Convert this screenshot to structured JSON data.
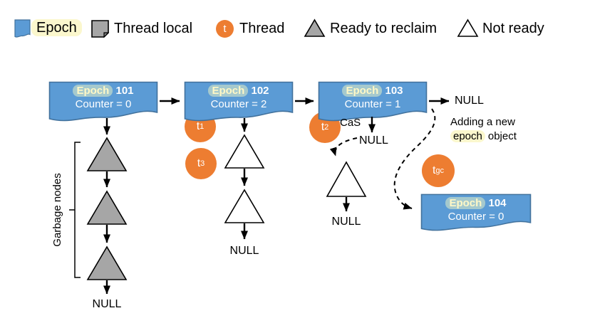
{
  "colors": {
    "epoch_blue": "#5B9BD5",
    "epoch_border": "#41719C",
    "thread_orange": "#ED7D31",
    "reclaim_gray": "#A6A6A6",
    "highlight_yellow": "#FBF7CD"
  },
  "legend": {
    "epoch_label": "Epoch",
    "thread_local_label": "Thread local",
    "thread_icon_text": "t",
    "thread_label": "Thread",
    "ready_label": "Ready to reclaim",
    "not_ready_label": "Not ready"
  },
  "boxes": {
    "epoch101": {
      "title_word": "Epoch",
      "number": "101",
      "counter": "Counter = 0"
    },
    "epoch102": {
      "title_word": "Epoch",
      "number": "102",
      "counter": "Counter = 2"
    },
    "epoch103": {
      "title_word": "Epoch",
      "number": "103",
      "counter": "Counter = 1"
    },
    "epoch104": {
      "title_word": "Epoch",
      "number": "104",
      "counter": "Counter = 0"
    }
  },
  "threads": {
    "t1": {
      "base": "t",
      "sub": "1"
    },
    "t2": {
      "base": "t",
      "sub": "2"
    },
    "t3": {
      "base": "t",
      "sub": "3"
    },
    "tgc": {
      "base": "t",
      "sub": "gc"
    }
  },
  "labels": {
    "garbage_nodes": "Garbage nodes",
    "cas": "CaS",
    "null": "NULL",
    "adding_line1": "Adding a new",
    "adding_highlight": "epoch",
    "adding_rest": "object"
  }
}
